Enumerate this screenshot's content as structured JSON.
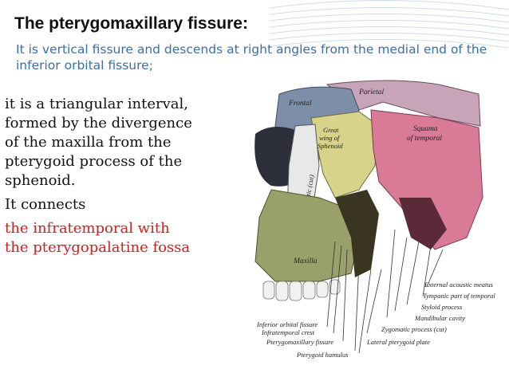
{
  "slide": {
    "title": "The pterygomaxillary fissure:",
    "subtitle": "It is vertical fissure and descends at right angles from the medial end of the inferior orbital fissure;",
    "body": {
      "line1": "it is a triangular interval,",
      "line2": "formed by the divergence",
      "line3": "of the maxilla from the",
      "line4": "pterygoid process of the",
      "line5": "sphenoid.",
      "line6": "It connects",
      "red1": "the infratemporal with",
      "red2": "the pterygopalatine fossa"
    },
    "accent_color": "#3b6ea8",
    "highlight_color": "#d21f1f"
  },
  "figure": {
    "labels": {
      "parietal": "Parietal",
      "frontal": "Frontal",
      "great_wing_1": "Great",
      "great_wing_2": "wing of",
      "great_wing_3": "Sphenoid",
      "squama_1": "Squama",
      "squama_2": "of temporal",
      "zygomatic": "Zygomatic (cut)",
      "maxilla": "Maxilla",
      "external_acoustic": "External acoustic meatus",
      "tympanic": "Tympanic part of temporal",
      "styloid": "Styloid process",
      "mandibular": "Mandibular cavity",
      "inferior_orbital": "Inferior orbital fissure",
      "infratemporal_crest": "Infratemporal crest",
      "zygomatic_process": "Zygomatic process (cut)",
      "pterygomaxillary": "Pterygomaxillary fissure",
      "lateral_pterygoid": "Lateral pterygoid plate",
      "pterygoid_hamulus": "Pterygoid hamulus"
    }
  }
}
